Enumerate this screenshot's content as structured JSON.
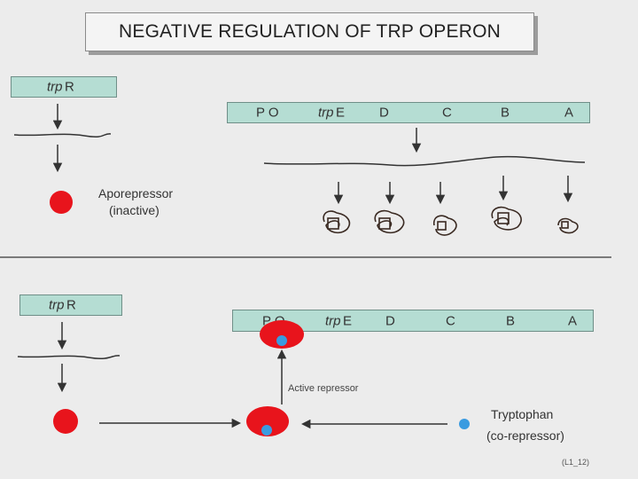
{
  "title": "NEGATIVE REGULATION OF TRP OPERON",
  "top": {
    "repressor_gene": {
      "italic": "trp",
      "rest": " R"
    },
    "operon_labels": {
      "po": "P O",
      "trp": "trp",
      "e": " E",
      "d": "D",
      "c": "C",
      "b": "B",
      "a": "A"
    },
    "aporepressor_label": "Aporepressor",
    "aporepressor_state": "(inactive)"
  },
  "bottom": {
    "repressor_gene": {
      "italic": "trp",
      "rest": " R"
    },
    "operon_labels": {
      "po": "P O",
      "trp": "trp",
      "e": " E",
      "d": "D",
      "c": "C",
      "b": "B",
      "a": "A"
    },
    "active_repressor_label": "Active repressor",
    "tryptophan_label": "Tryptophan",
    "corepressor_label": "(co-repressor)"
  },
  "slide_code": "(L1_12)",
  "colors": {
    "gene_fill": "#b5ddd3",
    "repressor_red": "#e8141c",
    "tryptophan_blue": "#3a9be0"
  }
}
